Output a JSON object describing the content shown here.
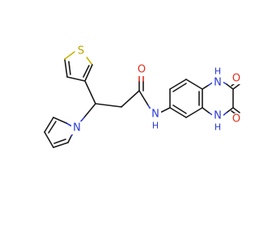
{
  "atoms": {
    "s_thiophene": "S",
    "o_amide": "O",
    "n_pyrrole": "N",
    "n_amide": "N",
    "h_amide": "H",
    "n_ring_top": "N",
    "h_ring_top": "H",
    "n_ring_bottom": "N",
    "h_ring_bottom": "H",
    "o_top": "O",
    "o_bottom": "O"
  },
  "colors": {
    "carbon_bond": "#1a1a1a",
    "nitrogen": "#2b3bd6",
    "oxygen": "#e0301e",
    "sulfur": "#b8a400"
  }
}
